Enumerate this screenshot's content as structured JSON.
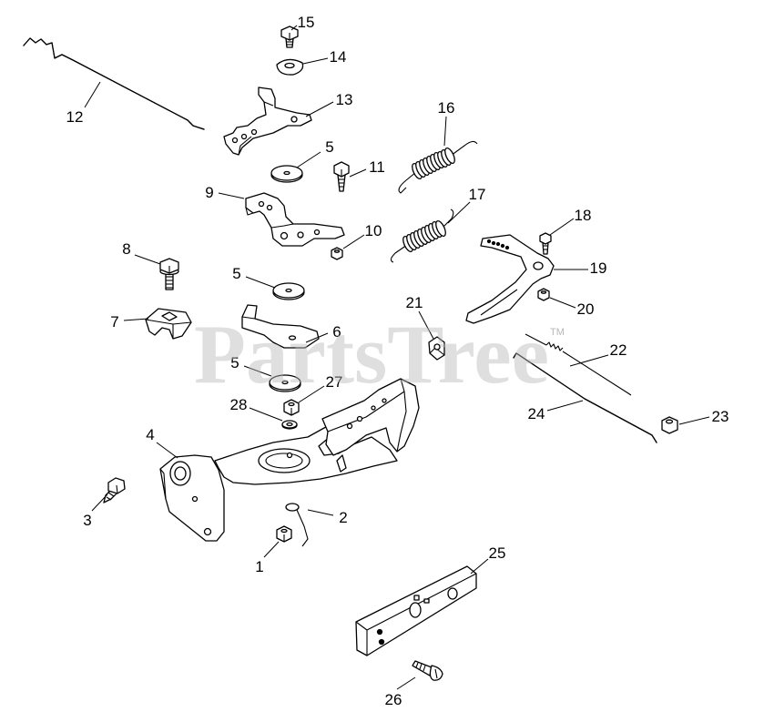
{
  "watermark": {
    "brand": "PartsTree",
    "trademark": "TM"
  },
  "callouts": [
    "15",
    "14",
    "13",
    "12",
    "16",
    "5",
    "11",
    "9",
    "17",
    "10",
    "8",
    "18",
    "19",
    "5",
    "7",
    "20",
    "21",
    "6",
    "22",
    "5",
    "27",
    "24",
    "23",
    "28",
    "4",
    "3",
    "2",
    "25",
    "1",
    "26"
  ],
  "colors": {
    "line": "#000000",
    "background": "#ffffff",
    "watermark": "#b8b8b8"
  }
}
